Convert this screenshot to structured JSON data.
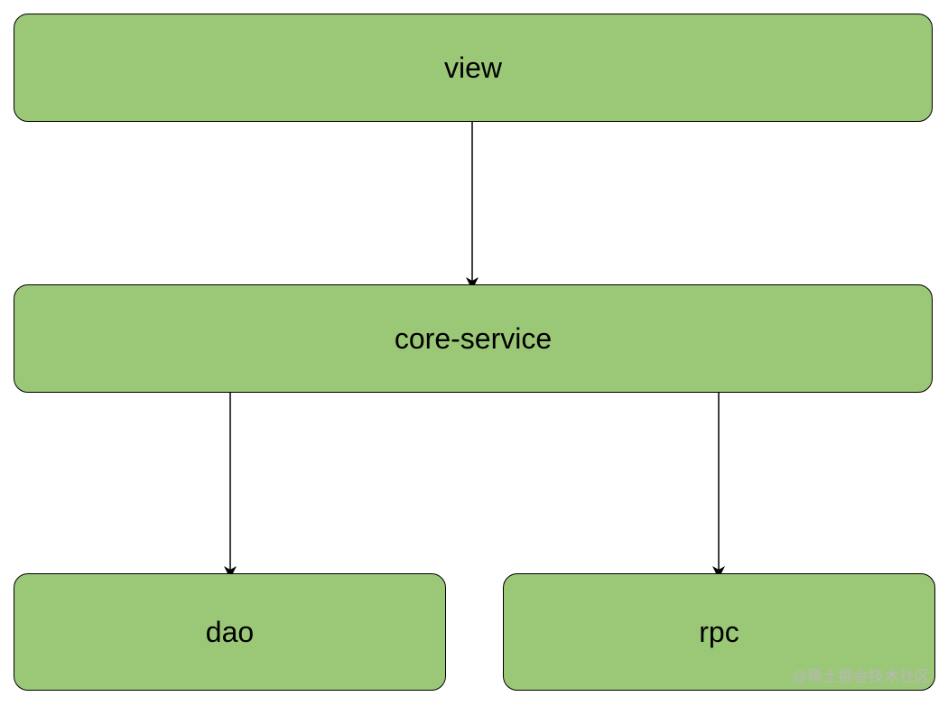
{
  "nodes": {
    "view": {
      "label": "view"
    },
    "core_service": {
      "label": "core-service"
    },
    "dao": {
      "label": "dao"
    },
    "rpc": {
      "label": "rpc"
    }
  },
  "edges": [
    {
      "from": "view",
      "to": "core-service"
    },
    {
      "from": "core-service",
      "to": "dao"
    },
    {
      "from": "core-service",
      "to": "rpc"
    }
  ],
  "colors": {
    "node_fill": "#9bc877",
    "node_border": "#000000",
    "edge": "#000000",
    "text": "#000000",
    "watermark": "#b8b8b8"
  },
  "watermark": "@稀土掘金技术社区"
}
